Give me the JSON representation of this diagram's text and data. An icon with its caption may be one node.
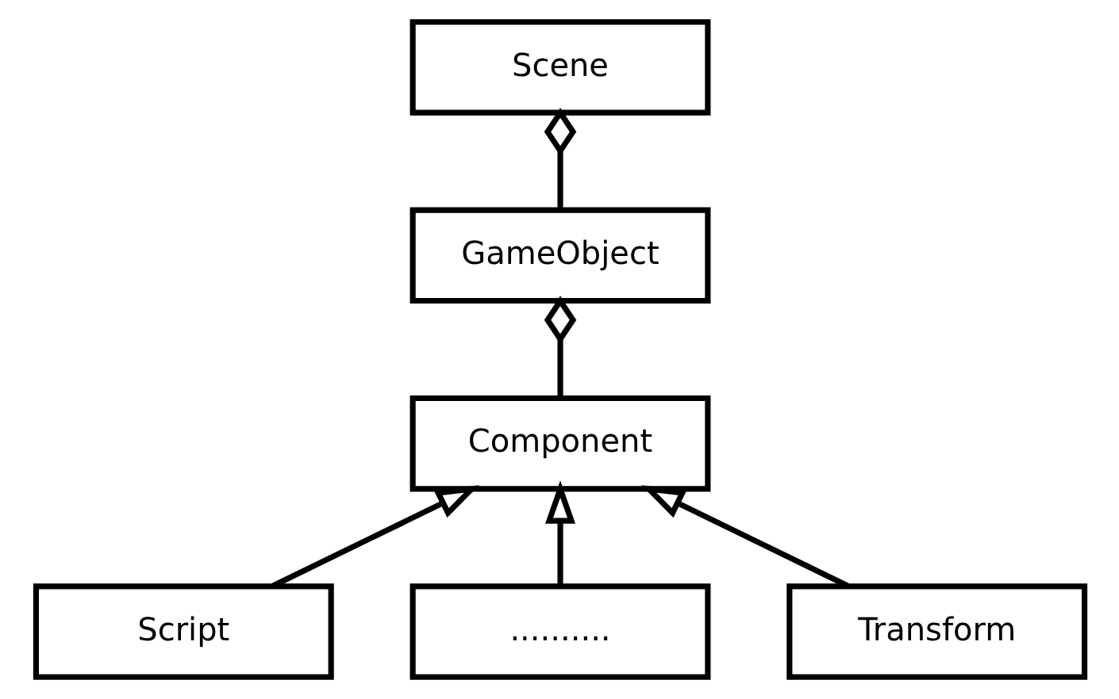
{
  "diagram": {
    "nodes": [
      {
        "text": [
          "Scene"
        ]
      },
      {
        "text": [
          "GameObject"
        ]
      },
      {
        "text": [
          "Component"
        ]
      },
      {
        "text": [
          "Script"
        ]
      },
      {
        "text": [
          ".........."
        ]
      },
      {
        "text": [
          "Transform"
        ]
      }
    ],
    "edges": [
      {
        "from": 1,
        "to": 0,
        "arrow": "other"
      },
      {
        "from": 2,
        "to": 1,
        "arrow": "other"
      },
      {
        "from": 3,
        "to": 2,
        "arrow": "to"
      },
      {
        "from": 4,
        "to": 2,
        "arrow": "to"
      },
      {
        "from": 5,
        "to": 2,
        "arrow": "to"
      }
    ]
  }
}
